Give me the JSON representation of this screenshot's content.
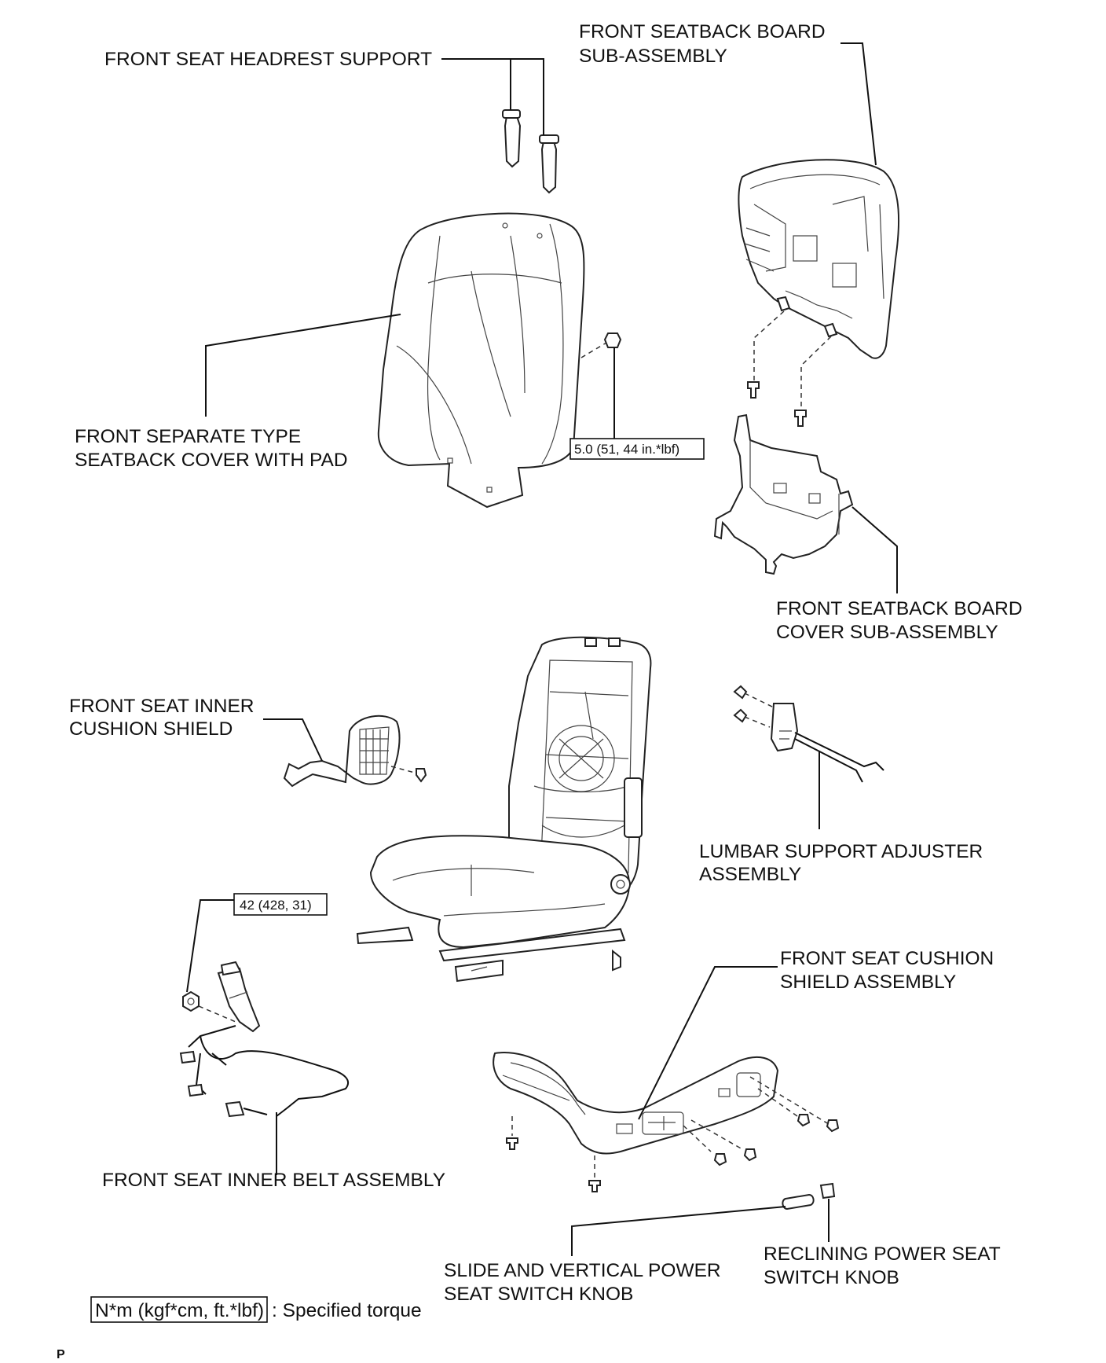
{
  "labels": {
    "headrest_support": "FRONT SEAT HEADREST SUPPORT",
    "seatback_board_1": "FRONT SEATBACK BOARD",
    "seatback_board_2": "SUB-ASSEMBLY",
    "seatback_cover_1": "FRONT SEPARATE TYPE",
    "seatback_cover_2": "SEATBACK COVER WITH PAD",
    "board_cover_1": "FRONT SEATBACK BOARD",
    "board_cover_2": "COVER SUB-ASSEMBLY",
    "inner_cushion_shield_1": "FRONT SEAT INNER",
    "inner_cushion_shield_2": "CUSHION SHIELD",
    "lumbar_1": "LUMBAR SUPPORT ADJUSTER",
    "lumbar_2": "ASSEMBLY",
    "cushion_shield_1": "FRONT SEAT CUSHION",
    "cushion_shield_2": "SHIELD ASSEMBLY",
    "inner_belt": "FRONT SEAT INNER BELT ASSEMBLY",
    "slide_knob_1": "SLIDE AND VERTICAL POWER",
    "slide_knob_2": "SEAT SWITCH KNOB",
    "reclining_knob_1": "RECLINING POWER SEAT",
    "reclining_knob_2": "SWITCH KNOB"
  },
  "torques": {
    "seatback_nut": "5.0 (51, 44 in.*lbf)",
    "belt_nut": "42 (428, 31)"
  },
  "legend": {
    "unit_box": "N*m (kgf*cm, ft.*lbf)",
    "description": ": Specified torque"
  },
  "footer": {
    "code": "P"
  }
}
